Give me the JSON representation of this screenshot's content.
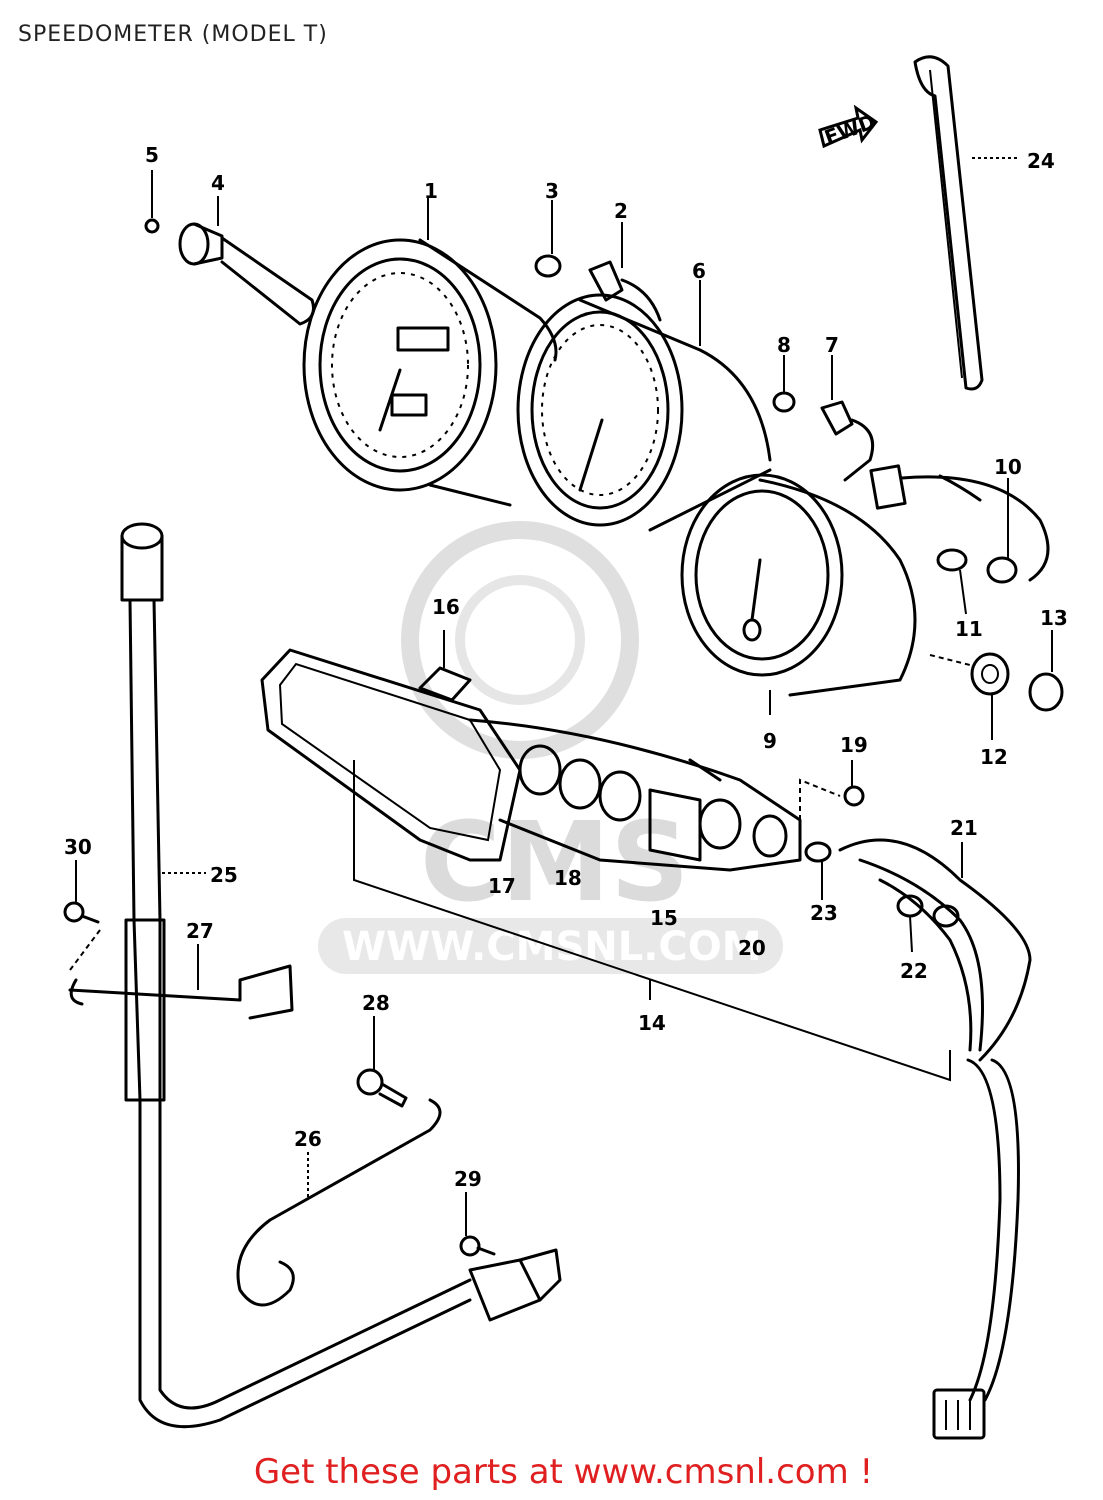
{
  "header": {
    "title": "SPEEDOMETER (MODEL T)"
  },
  "footer": {
    "text": "Get these parts at www.cmsnl.com !"
  },
  "watermark": {
    "logo": "CMS",
    "url": "WWW.CMSNL.COM"
  },
  "arrow_label": "FWD",
  "callouts": [
    "1",
    "2",
    "3",
    "4",
    "5",
    "6",
    "7",
    "8",
    "9",
    "10",
    "11",
    "12",
    "13",
    "14",
    "15",
    "16",
    "17",
    "18",
    "19",
    "20",
    "21",
    "22",
    "23",
    "24",
    "25",
    "26",
    "27",
    "28",
    "29",
    "30"
  ],
  "colors": {
    "line": "#000000",
    "footer": "#e02020",
    "watermark": "#d8d8d8"
  }
}
